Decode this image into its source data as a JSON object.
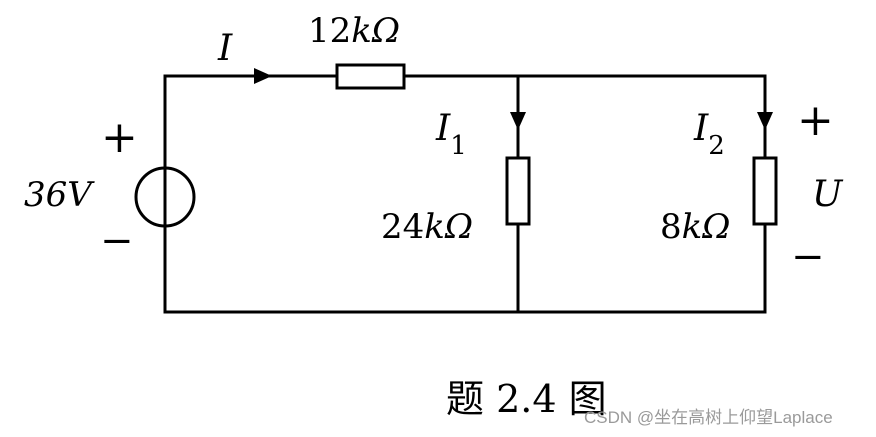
{
  "circuit": {
    "source_voltage": "36V",
    "source_plus": "+",
    "source_minus": "−",
    "r1_value": "12",
    "r1_unit": "kΩ",
    "r2_value": "24",
    "r2_unit": "kΩ",
    "r3_value": "8",
    "r3_unit": "kΩ",
    "current_main": "I",
    "current_1": "I",
    "current_1_sub": "1",
    "current_2": "I",
    "current_2_sub": "2",
    "output_voltage": "U",
    "output_plus": "+",
    "output_minus": "−"
  },
  "caption": "题 2.4 图",
  "watermark": "CSDN @坐在高树上仰望Laplace"
}
